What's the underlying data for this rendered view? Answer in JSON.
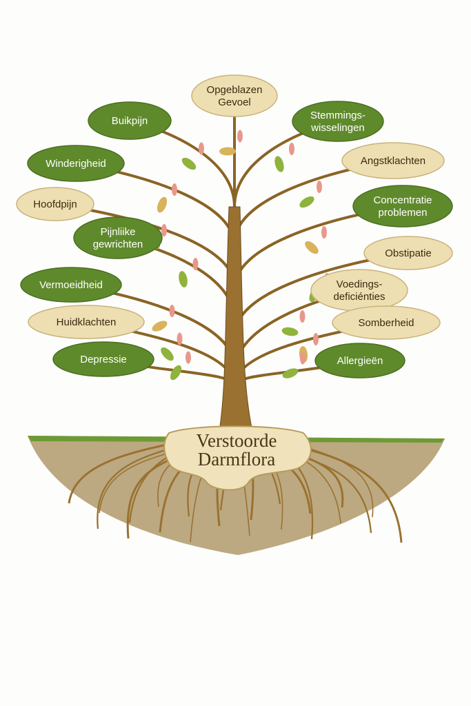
{
  "colors": {
    "green": "#5f8a2c",
    "cream": "#eedfb2",
    "bark": "#8a6425",
    "soil": "#8b7546",
    "text_light": "#ffffff",
    "text_dark": "#3b2a10"
  },
  "root": {
    "line1": "Verstoorde",
    "line2": "Darmflora"
  },
  "labels": [
    {
      "lines": [
        "Opgeblazen",
        "Gevoel"
      ],
      "style": "cream"
    },
    {
      "lines": [
        "Buikpijn"
      ],
      "style": "green"
    },
    {
      "lines": [
        "Stemmings-",
        "wisselingen"
      ],
      "style": "green"
    },
    {
      "lines": [
        "Winderigheid"
      ],
      "style": "green"
    },
    {
      "lines": [
        "Angstklachten"
      ],
      "style": "cream"
    },
    {
      "lines": [
        "Hoofdpijn"
      ],
      "style": "cream"
    },
    {
      "lines": [
        "Concentratie",
        "problemen"
      ],
      "style": "green"
    },
    {
      "lines": [
        "Pijnliike",
        "gewrichten"
      ],
      "style": "green"
    },
    {
      "lines": [
        "Obstipatie"
      ],
      "style": "cream"
    },
    {
      "lines": [
        "Vermoeidheid"
      ],
      "style": "green"
    },
    {
      "lines": [
        "Voedings-",
        "deficiénties"
      ],
      "style": "cream"
    },
    {
      "lines": [
        "Huidklachten"
      ],
      "style": "cream"
    },
    {
      "lines": [
        "Somberheid"
      ],
      "style": "cream"
    },
    {
      "lines": [
        "Depressie"
      ],
      "style": "green"
    },
    {
      "lines": [
        "Allergieën"
      ],
      "style": "green"
    }
  ]
}
